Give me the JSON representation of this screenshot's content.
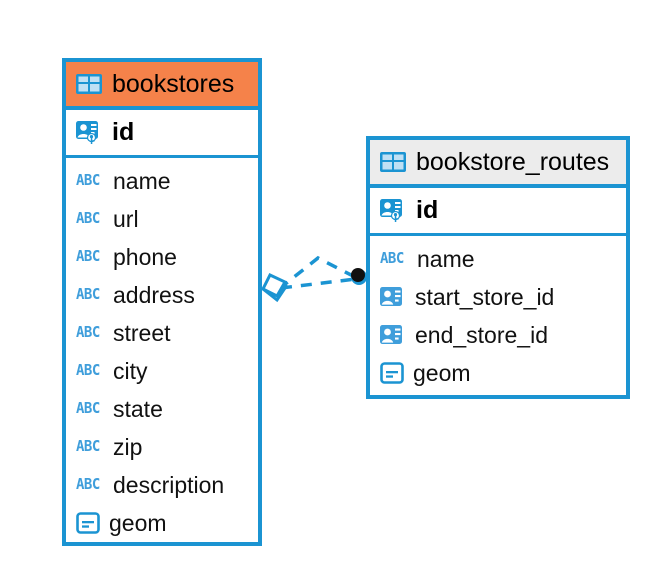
{
  "diagram": {
    "type": "entity-relationship-diagram",
    "background_color": "#ffffff",
    "accent_color": "#1b94d2",
    "highlight_color": "#f5824a",
    "entities": [
      {
        "name": "bookstores",
        "header_style": "orange",
        "table_icon": "table-icon",
        "primary_key": {
          "label": "id",
          "icon": "primary-key-icon"
        },
        "fields": [
          {
            "label": "name",
            "icon": "abc-text-icon",
            "type_glyph": "ABC"
          },
          {
            "label": "url",
            "icon": "abc-text-icon",
            "type_glyph": "ABC"
          },
          {
            "label": "phone",
            "icon": "abc-text-icon",
            "type_glyph": "ABC"
          },
          {
            "label": "address",
            "icon": "abc-text-icon",
            "type_glyph": "ABC"
          },
          {
            "label": "street",
            "icon": "abc-text-icon",
            "type_glyph": "ABC"
          },
          {
            "label": "city",
            "icon": "abc-text-icon",
            "type_glyph": "ABC"
          },
          {
            "label": "state",
            "icon": "abc-text-icon",
            "type_glyph": "ABC"
          },
          {
            "label": "zip",
            "icon": "abc-text-icon",
            "type_glyph": "ABC"
          },
          {
            "label": "description",
            "icon": "abc-text-icon",
            "type_glyph": "ABC"
          },
          {
            "label": "geom",
            "icon": "geometry-icon",
            "type_glyph": ""
          }
        ]
      },
      {
        "name": "bookstore_routes",
        "header_style": "grey",
        "table_icon": "table-icon",
        "primary_key": {
          "label": "id",
          "icon": "primary-key-icon"
        },
        "fields": [
          {
            "label": "name",
            "icon": "abc-text-icon",
            "type_glyph": "ABC"
          },
          {
            "label": "start_store_id",
            "icon": "foreign-key-icon",
            "type_glyph": ""
          },
          {
            "label": "end_store_id",
            "icon": "foreign-key-icon",
            "type_glyph": ""
          },
          {
            "label": "geom",
            "icon": "geometry-icon",
            "type_glyph": ""
          }
        ]
      }
    ],
    "relationship": {
      "source_entity": "bookstores",
      "target_entity": "bookstore_routes",
      "line_style": "dashed",
      "line_color": "#1b94d2",
      "source_marker": "rhombus-marker",
      "target_marker": "filled-circle-marker"
    }
  }
}
